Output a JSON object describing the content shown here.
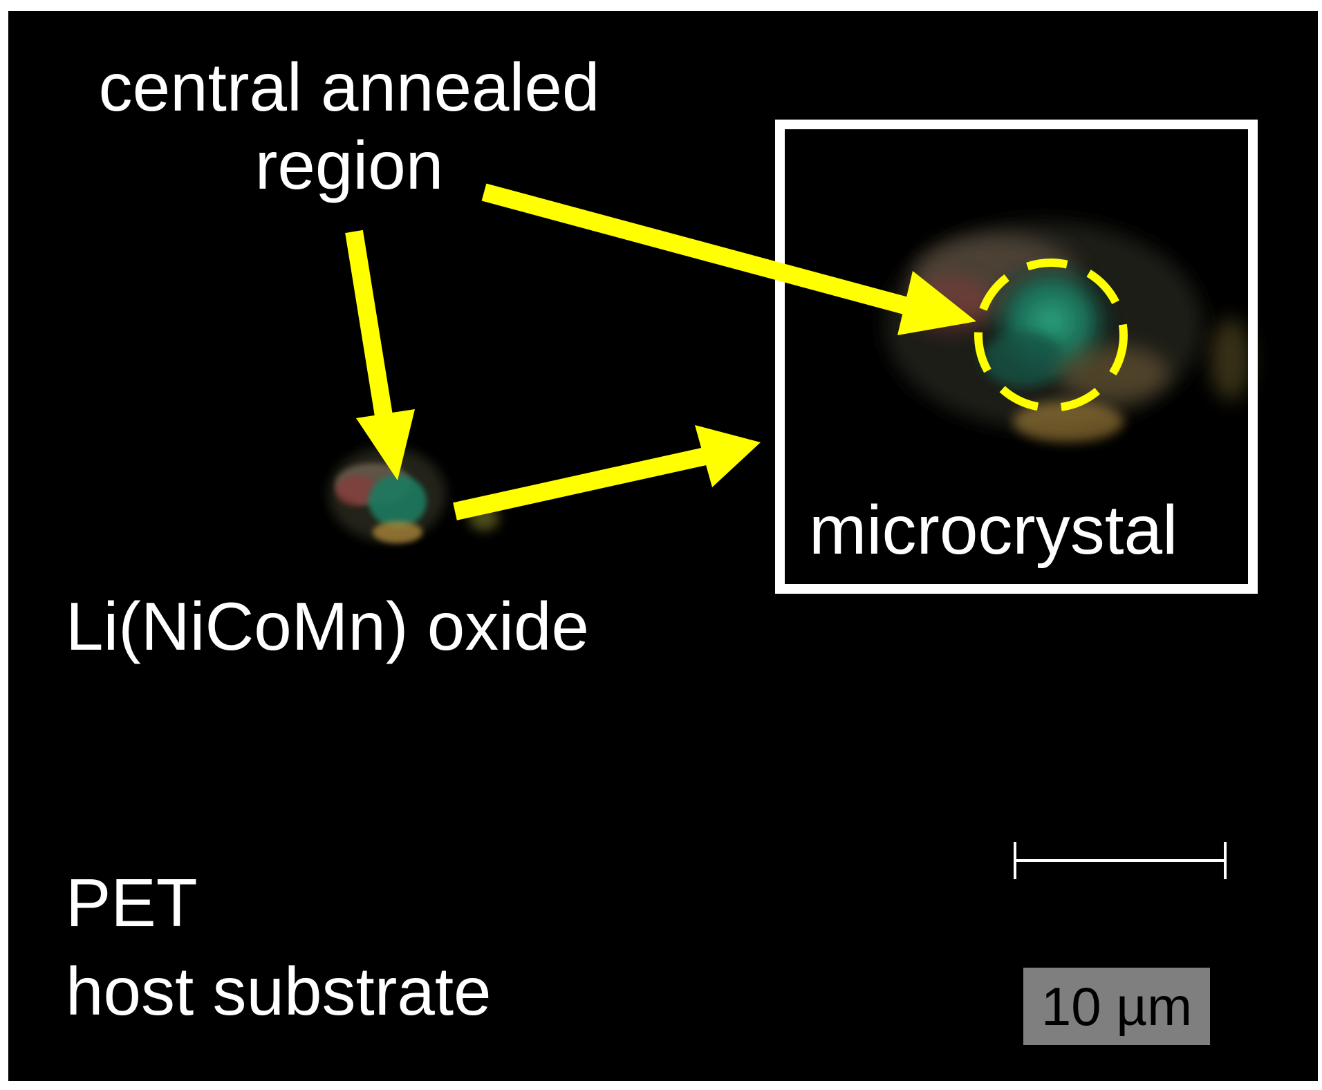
{
  "labels": {
    "central_line1": "central annealed",
    "central_line2": "region",
    "oxide": "Li(NiCoMn) oxide",
    "microcrystal": "microcrystal",
    "pet": "PET",
    "host": "host substrate",
    "scale": "10 µm"
  },
  "colors": {
    "background": "#000000",
    "arrow": "#ffff00",
    "text": "#ffffff",
    "inset_frame": "#ffffff",
    "scale_box": "#7f7f7f"
  },
  "icons": {
    "arrows": "arrow-icon",
    "roi_circle": "dashed-circle-icon",
    "scale": "scale-bar-icon"
  }
}
